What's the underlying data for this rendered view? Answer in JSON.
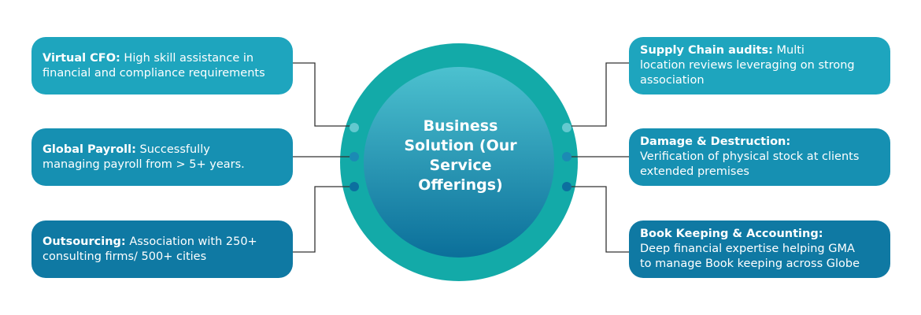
{
  "center": {
    "title_lines": [
      "Business",
      "Solution (Our",
      "Service",
      "Offerings)"
    ]
  },
  "cards": {
    "left": [
      {
        "heading": "Virtual CFO:",
        "body_lines": [
          " High skill assistance in",
          "financial and compliance requirements"
        ]
      },
      {
        "heading": "Global Payroll:",
        "body_lines": [
          " Successfully",
          "managing payroll from > 5+ years."
        ]
      },
      {
        "heading": "Outsourcing:",
        "body_lines": [
          " Association with 250+",
          "consulting firms/ 500+ cities"
        ]
      }
    ],
    "right": [
      {
        "heading": "Supply Chain audits:",
        "body_lines": [
          " Multi",
          "location reviews leveraging on strong",
          "association"
        ]
      },
      {
        "heading": "Damage & Destruction:",
        "body_lines": [
          "",
          "Verification of physical stock at clients",
          "extended premises"
        ]
      },
      {
        "heading": "Book Keeping & Accounting:",
        "body_lines": [
          "",
          "Deep financial expertise helping GMA",
          "to manage Book keeping across Globe"
        ]
      }
    ]
  },
  "colors": {
    "card_top": "#1ea5be",
    "card_mid": "#1690b2",
    "card_bottom": "#0f79a3",
    "ring": "#13aaa8",
    "inner_top": "#4cc1cf",
    "inner_bottom": "#0b6f9a",
    "connector": "#333333",
    "dot_light": "#63c9cf",
    "dot_mid": "#1b8ab4",
    "dot_dark": "#0c6f9f"
  }
}
